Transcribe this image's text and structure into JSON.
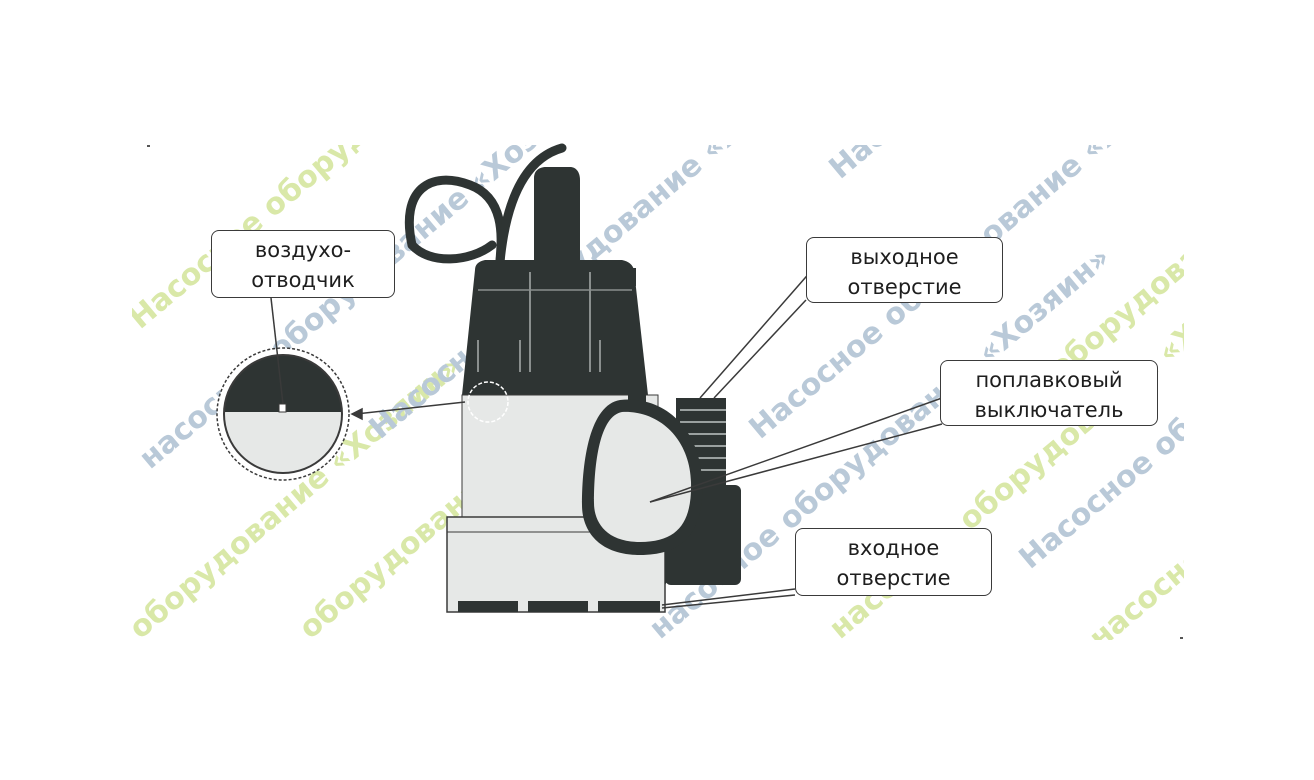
{
  "callouts": {
    "air_vent": {
      "line1": "воздухо-",
      "line2": "отводчик"
    },
    "outlet": {
      "line1": "выходное",
      "line2": "отверстие"
    },
    "float_switch": {
      "line1": "поплавковый",
      "line2": "выключатель"
    },
    "inlet": {
      "line1": "входное",
      "line2": "отверстие"
    }
  },
  "watermark": {
    "phrases": [
      "Насосное оборудование «Хозяин»",
      "насосное оборудование «Хозяин»",
      "оборудование «Хозяин»"
    ],
    "colors": {
      "green": "#d9e8a8",
      "blue": "#b9c9d8"
    }
  },
  "colors": {
    "pump_dark": "#2e3433",
    "pump_light": "#e6e8e7",
    "outline": "#3a3a3a"
  }
}
